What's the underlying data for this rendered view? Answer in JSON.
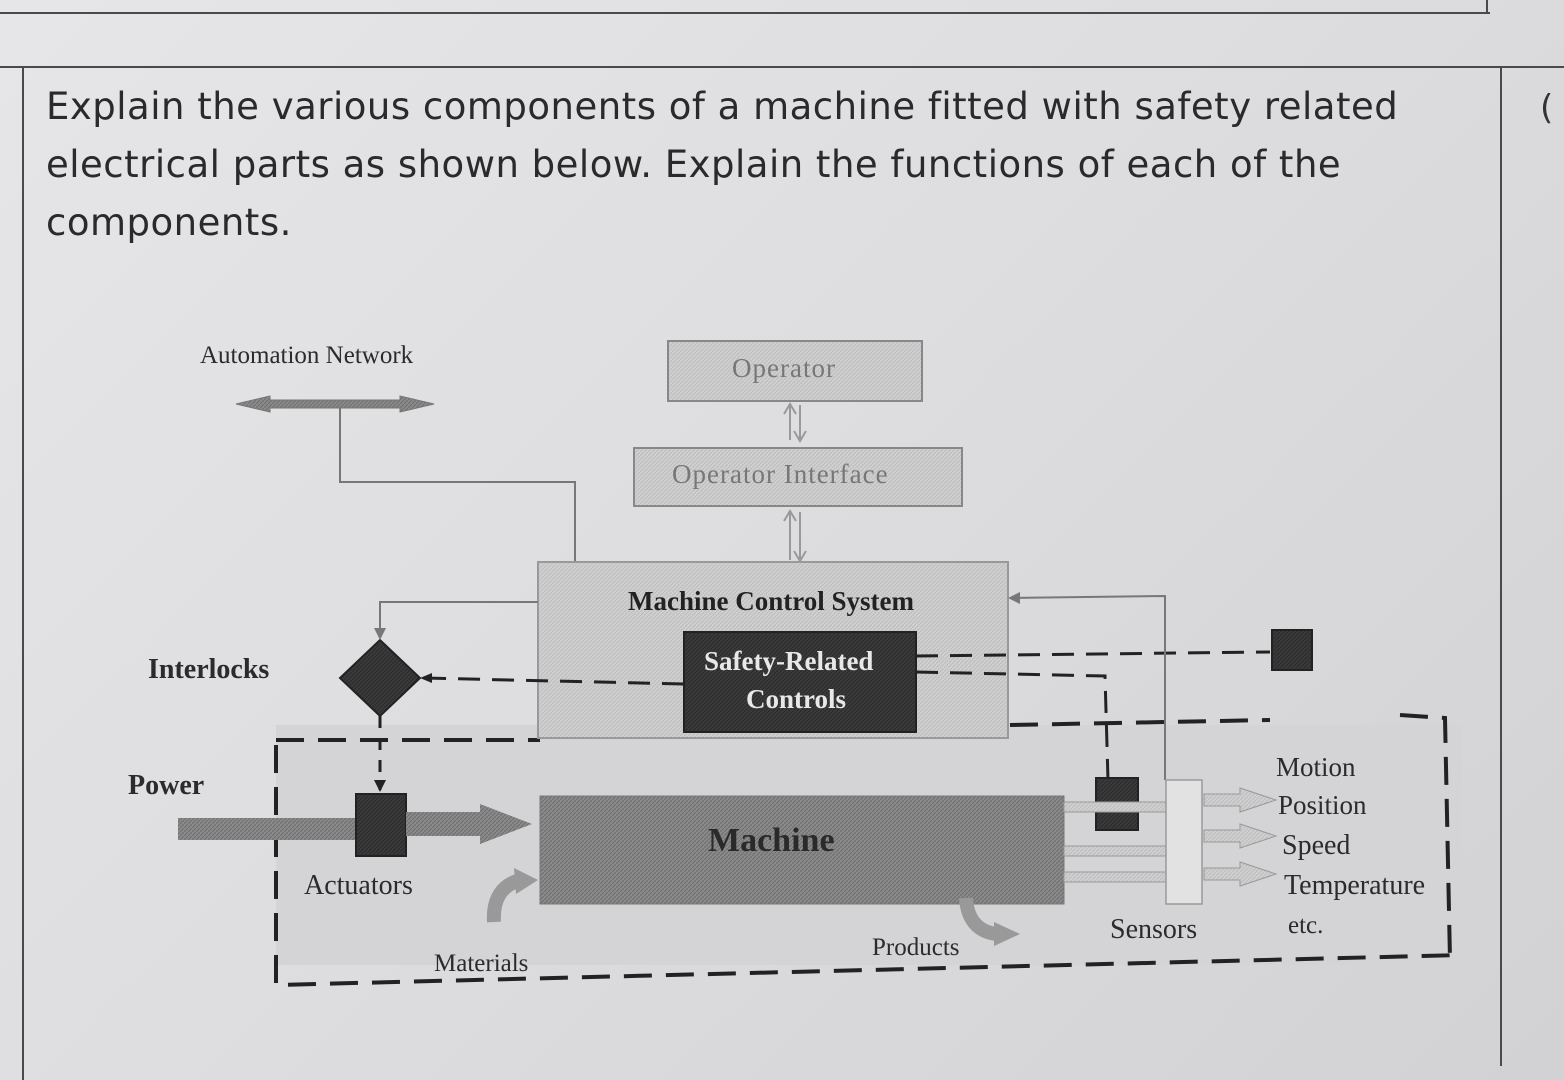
{
  "question": {
    "line1": "Explain the various components of a machine fitted with safety related",
    "line2": "electrical parts as shown below. Explain the functions of each of the",
    "line3": "components.",
    "margin_mark": "("
  },
  "diagram": {
    "automation_network": "Automation Network",
    "operator": "Operator",
    "operator_interface": "Operator Interface",
    "machine_control_system": "Machine Control System",
    "safety_related_controls_line1": "Safety-Related",
    "safety_related_controls_line2": "Controls",
    "interlocks": "Interlocks",
    "power": "Power",
    "actuators": "Actuators",
    "machine": "Machine",
    "materials": "Materials",
    "products": "Products",
    "sensors": "Sensors",
    "sensor_outputs": [
      "Motion",
      "Position",
      "Speed",
      "Temperature",
      "etc."
    ]
  }
}
